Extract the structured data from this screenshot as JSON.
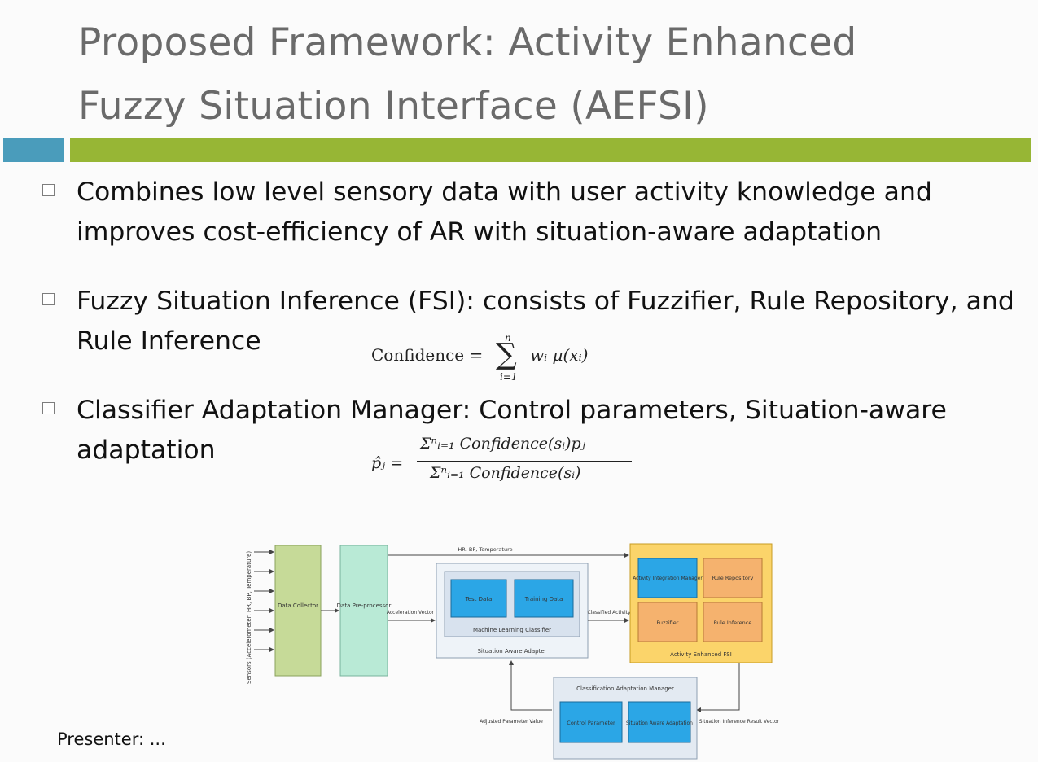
{
  "slide": {
    "title_line1": "Proposed Framework: Activity Enhanced",
    "title_line2": "Fuzzy Situation Interface (AEFSI)",
    "bullets": [
      "Combines low level sensory data with user activity knowledge and improves cost-efficiency of AR with situation-aware adaptation",
      "Fuzzy Situation Inference (FSI): consists of Fuzzifier, Rule Repository, and Rule Inference",
      "Classifier Adaptation Manager: Control parameters, Situation-aware adaptation"
    ],
    "formula1": {
      "lhs": "Confidence =",
      "upper": "n",
      "lower": "i=1",
      "rhs": "wᵢ μ(xᵢ)"
    },
    "formula2": {
      "lhs": "p̂ⱼ =",
      "numerator": "Σⁿᵢ₌₁ Confidence(sᵢ)pⱼ",
      "denominator": "Σⁿᵢ₌₁ Confidence(sᵢ)"
    },
    "presenter": "Presenter: ..."
  },
  "diagram": {
    "sensors_label": "Sensors (Accelerometer, HR, BP, Temperature)",
    "data_collector": "Data Collector",
    "data_preprocessor": "Data Pre-processor",
    "hr_bp_temp": "HR, BP, Temperature",
    "acceleration_vector": "Acceleration Vector",
    "test_data": "Test Data",
    "training_data": "Training Data",
    "ml_classifier": "Machine Learning Classifier",
    "situation_aware_adapter": "Situation Aware Adapter",
    "classified_activity": "Classified Activity",
    "activity_integration_manager": "Activity Integration Manager",
    "rule_repository": "Rule Repository",
    "fuzzifier": "Fuzzifier",
    "rule_inference": "Rule Inference",
    "activity_enhanced_fsi": "Activity Enhanced FSI",
    "classification_adaptation_manager": "Classification Adaptation Manager",
    "control_parameter": "Control Parameter",
    "situation_aware_adaptation": "Situation Aware Adaptation",
    "adjusted_parameter_value": "Adjusted Parameter Value",
    "situation_inference_result_vector": "Situation Inference Result Vector"
  }
}
